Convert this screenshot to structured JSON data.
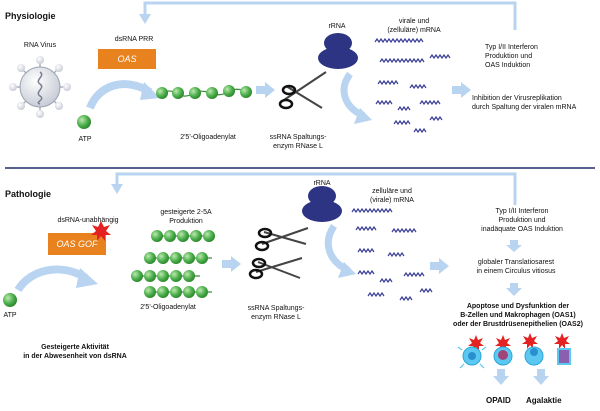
{
  "physiology": {
    "heading": "Physiologie",
    "rna_virus": "RNA Virus",
    "dsrna_prr": "dsRNA PRR",
    "oas": "OAS",
    "atp": "ATP",
    "oligoadenylate": "2'5'-Oligoadenylat",
    "rrna": "rRNA",
    "mrna": [
      "virale und",
      "(zelluläre) mRNA"
    ],
    "rnase_l": [
      "ssRNA Spaltungs-",
      "enzym RNase L"
    ],
    "interferon": [
      "Typ I/II Interferon",
      "Produktion und",
      "OAS Induktion"
    ],
    "inhibition": [
      "Inhibition der Virusreplikation",
      "durch Spaltung der viralen mRNA"
    ]
  },
  "pathology": {
    "heading": "Pathologie",
    "independent": "dsRNA-unabhängig",
    "oas_gof": "OAS GOF",
    "atp": "ATP",
    "increased_2_5a": [
      "gesteigerte 2-5A",
      "Produktion"
    ],
    "oligoadenylate": "2'5'-Oligoadenylat",
    "rrna": "rRNA",
    "mrna": [
      "zelluläre und",
      "(virale) mRNA"
    ],
    "rnase_l": [
      "ssRNA Spaltungs-",
      "enzym RNase L"
    ],
    "interferon": [
      "Typ I/II Interferon",
      "Produktion und",
      "inadäquate OAS Induktion"
    ],
    "translation_arrest": [
      "globaler Translatiosarest",
      "in einem Circulus vitiosus"
    ],
    "apoptosis": [
      "Apoptose und Dysfunktion der",
      "B-Zellen und Makrophagen (OAS1)",
      "oder der Brustdrüsenepithelien (OAS2)"
    ],
    "activity": [
      "Gesteigerte Aktivität",
      "in der Abwesenheit von dsRNA"
    ],
    "opaid": "OPAID",
    "agalaktie": "Agalaktie"
  },
  "colors": {
    "oas_box": "#e8821e",
    "arrow": "#b8d4f0",
    "atp_green": "#5cb85c",
    "ribosome": "#2e3484",
    "mrna_strand": "#3a3f96",
    "divider": "#1f2a6b",
    "red_burst": "#e52222"
  }
}
